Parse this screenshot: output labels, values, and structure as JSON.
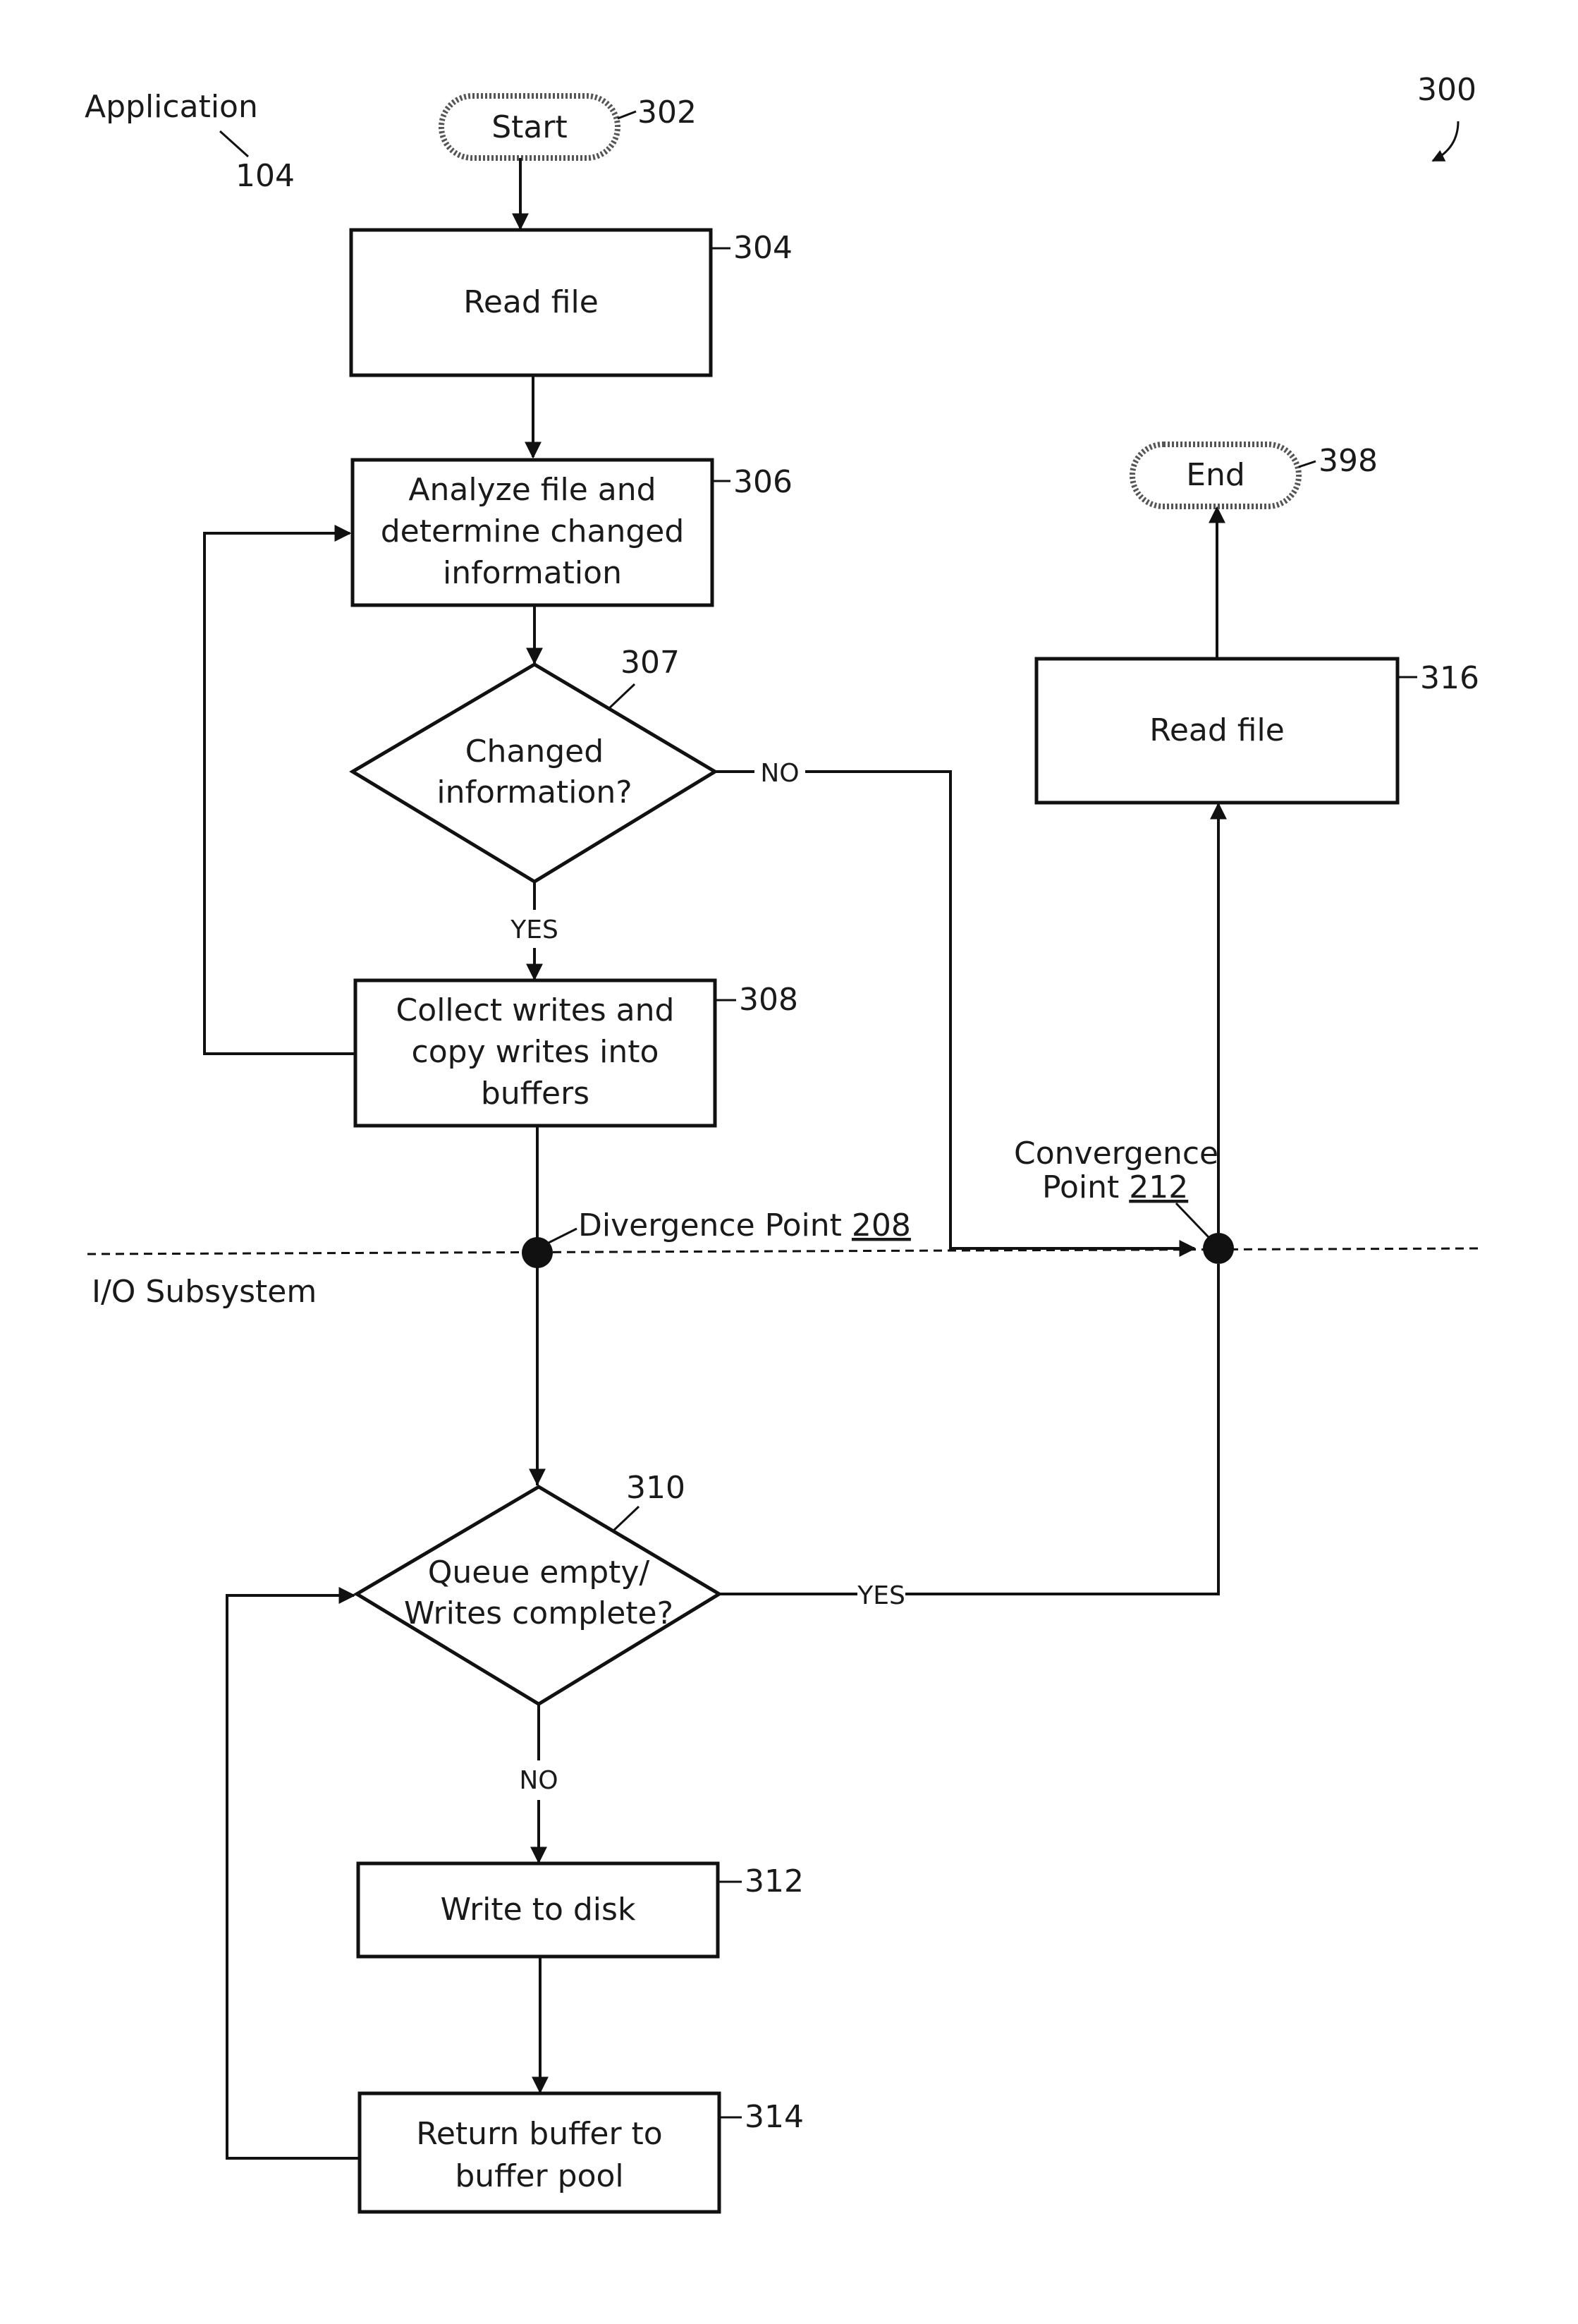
{
  "labels": {
    "application": "Application",
    "application_ref": "104",
    "figure_ref": "300",
    "io_subsystem": "I/O Subsystem",
    "divergence_text": "Divergence Point ",
    "divergence_ref": "208",
    "convergence_line1": "Convergence",
    "convergence_text": "Point ",
    "convergence_ref": "212"
  },
  "nodes": {
    "start": {
      "text": "Start",
      "ref": "302"
    },
    "read_file_1": {
      "text": "Read file",
      "ref": "304"
    },
    "analyze": {
      "lines": [
        "Analyze file and",
        "determine changed",
        "information"
      ],
      "ref": "306"
    },
    "changed_decision": {
      "lines": [
        "Changed",
        "information?"
      ],
      "ref": "307"
    },
    "collect": {
      "lines": [
        "Collect writes and",
        "copy writes into",
        "buffers"
      ],
      "ref": "308"
    },
    "queue_decision": {
      "lines": [
        "Queue empty/",
        "Writes complete?"
      ],
      "ref": "310"
    },
    "write_disk": {
      "text": "Write to disk",
      "ref": "312"
    },
    "return_buffer": {
      "lines": [
        "Return buffer to",
        "buffer pool"
      ],
      "ref": "314"
    },
    "read_file_2": {
      "text": "Read file",
      "ref": "316"
    },
    "end": {
      "text": "End",
      "ref": "398"
    }
  },
  "edges": {
    "changed_no": "NO",
    "changed_yes": "YES",
    "queue_yes": "YES",
    "queue_no": "NO"
  }
}
